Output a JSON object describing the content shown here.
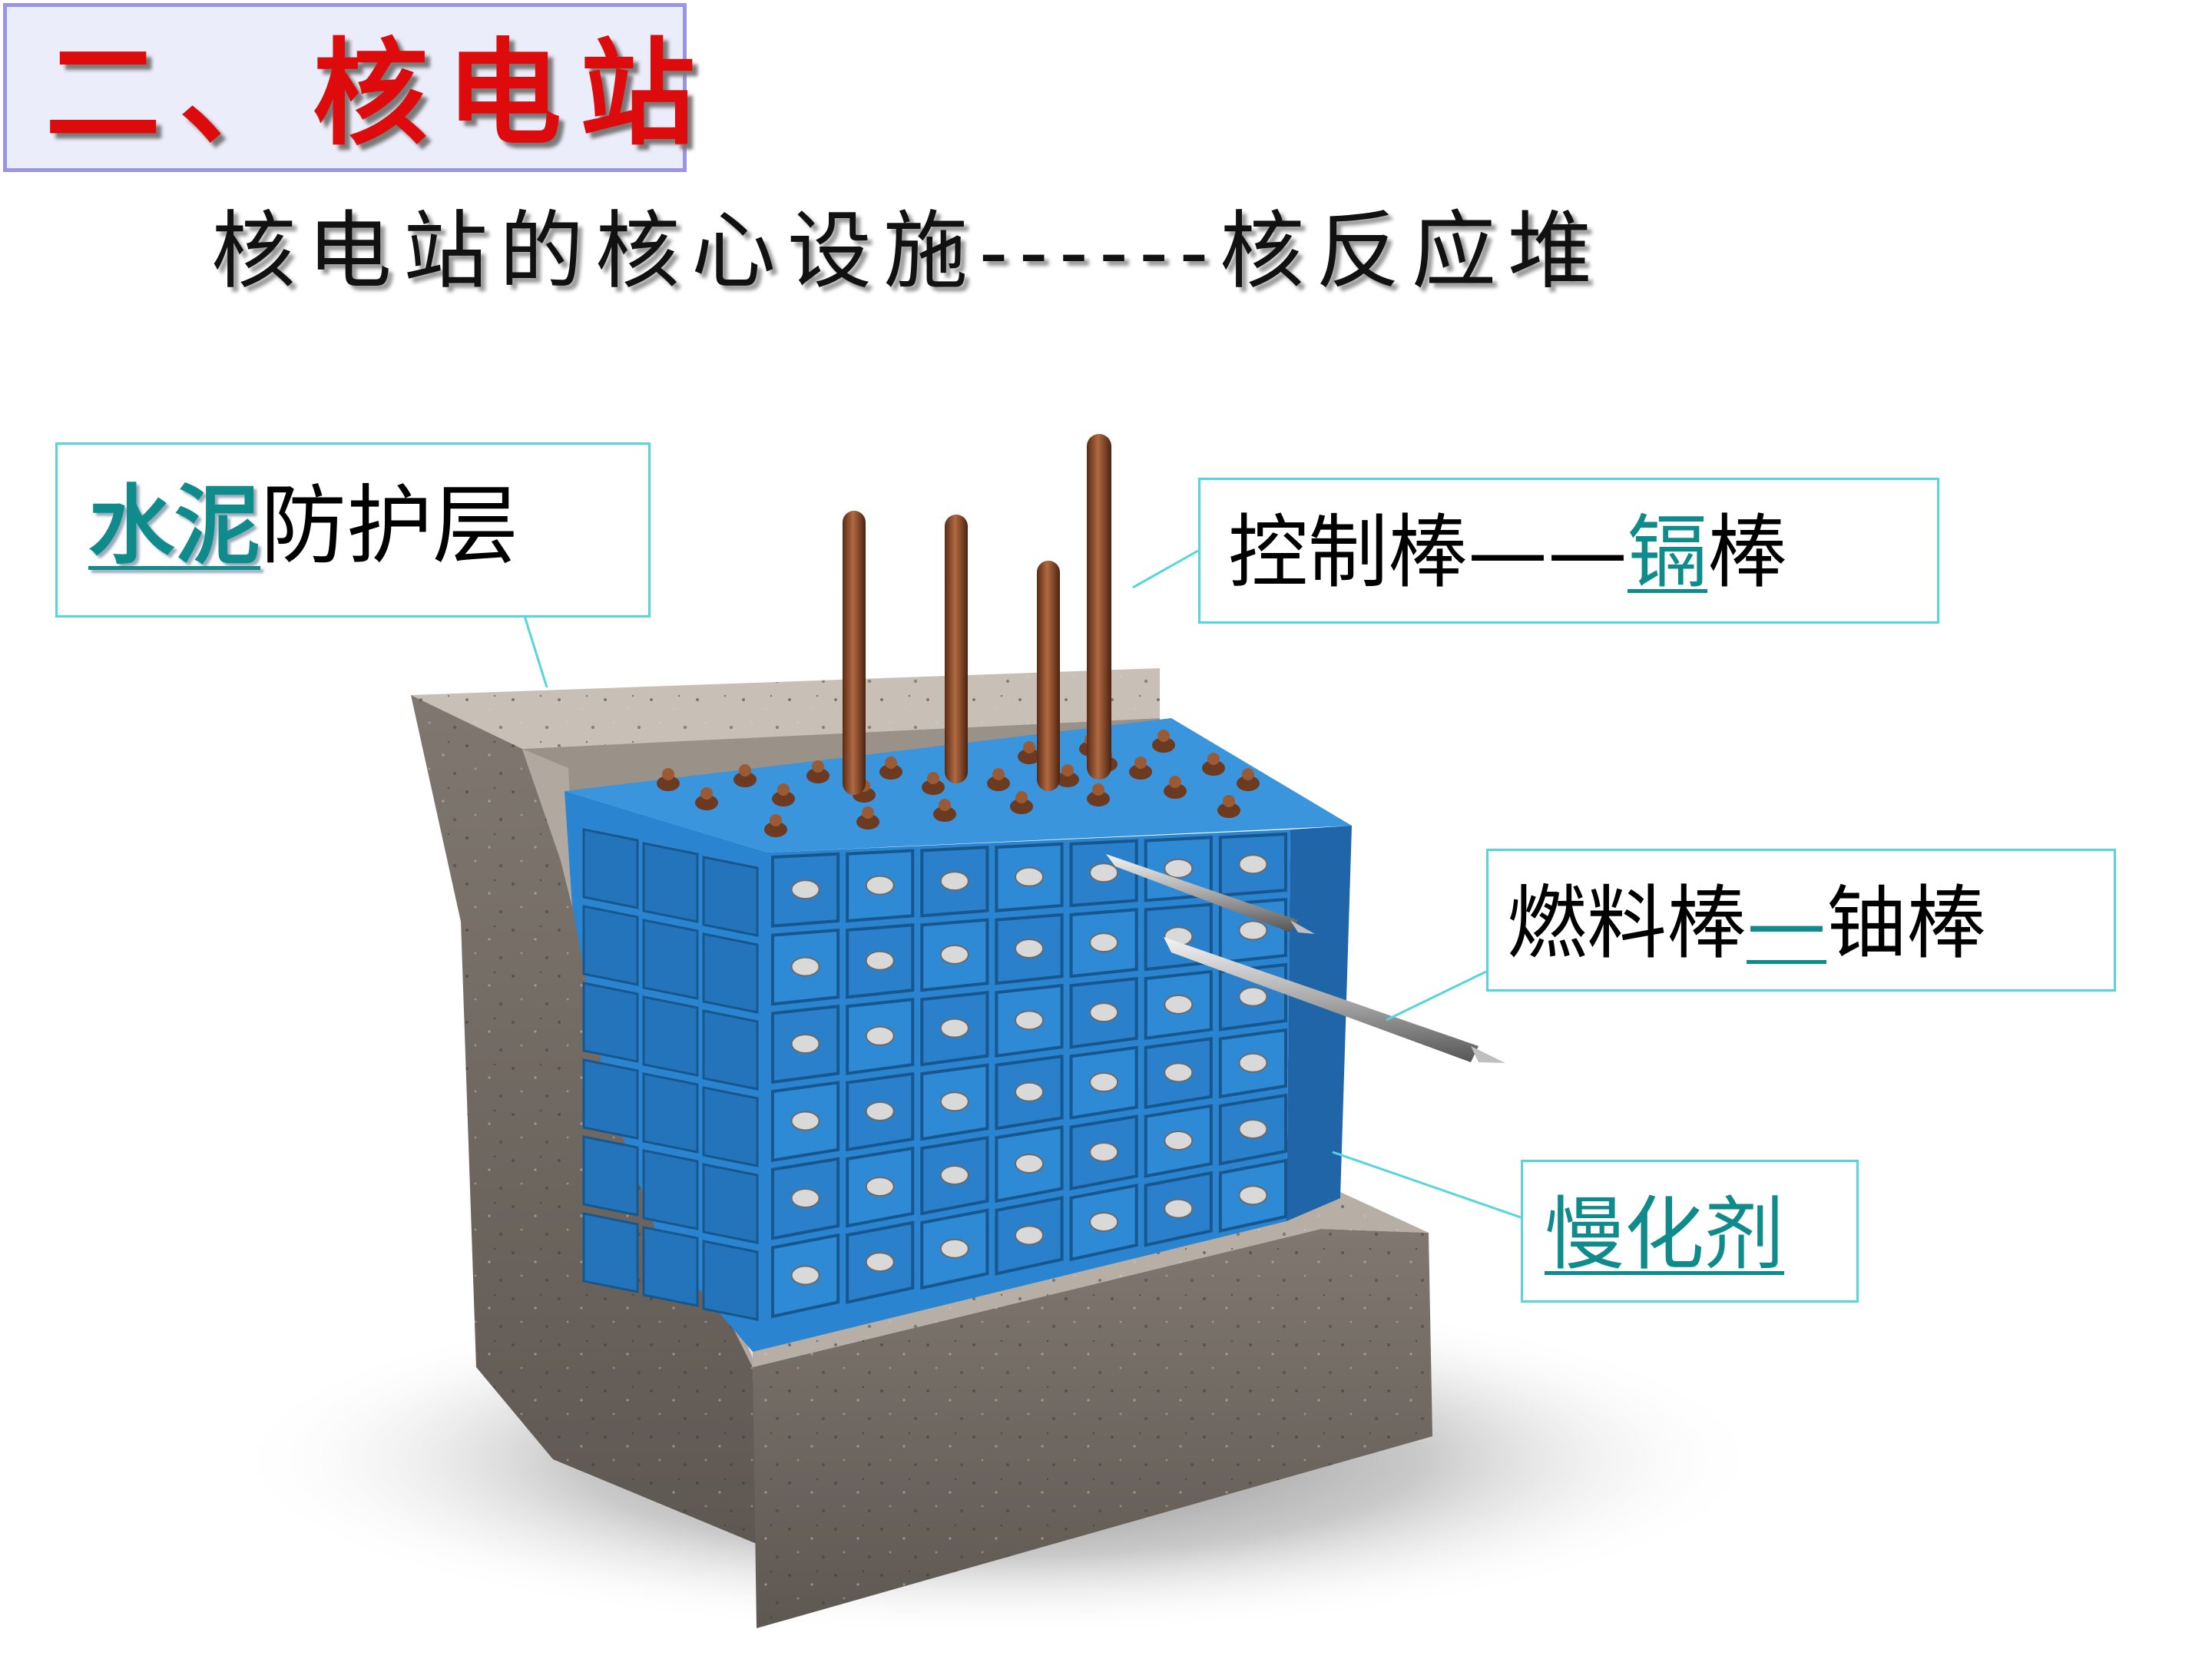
{
  "heading": "二、核电站",
  "subtitle": "核电站的核心设施------核反应堆",
  "labels": {
    "shield": {
      "highlight": "水泥",
      "rest": "防护层"
    },
    "control_rod": {
      "lead": "控制棒——",
      "highlight": "镉",
      "rest": "棒"
    },
    "fuel_rod": {
      "lead": "燃料棒",
      "highlight": "—",
      "rest": "铀棒"
    },
    "moderator": {
      "highlight": "慢化剂"
    }
  },
  "colors": {
    "heading_text": "#dd0b0b",
    "heading_box": "#ecedfb",
    "heading_border": "#9b93e6",
    "callout_border": "#58d4dc",
    "highlight_text": "#0f8b8b",
    "moderator_blocks": "#2b84cf",
    "control_rods": "#8b4a2c",
    "concrete": "#7b746c"
  }
}
